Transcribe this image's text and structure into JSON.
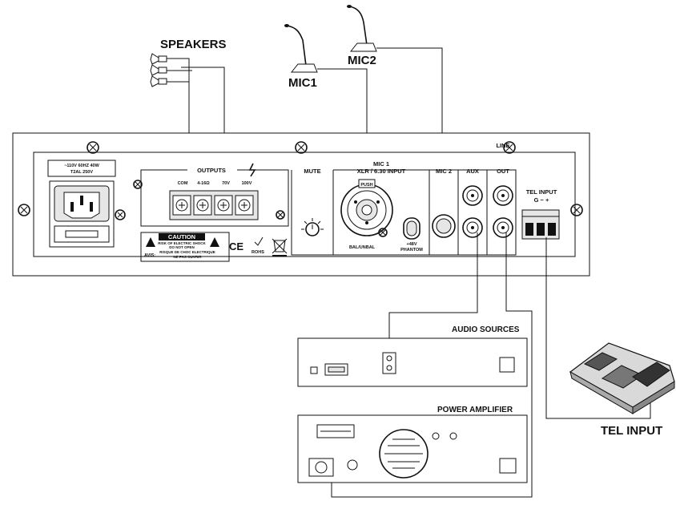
{
  "labels": {
    "speakers": "SPEAKERS",
    "mic1": "MIC1",
    "mic2": "MIC2",
    "audio_sources": "AUDIO SOURCES",
    "power_amplifier": "POWER  AMPLIFIER",
    "tel_input": "TEL INPUT"
  },
  "panel": {
    "power_rating_line1": "~110V  60HZ  40W",
    "power_rating_line2": "T2AL  250V",
    "outputs": "OUTPUTS",
    "outputs_terminals": [
      "COM",
      "4-16Ω",
      "70V",
      "100V"
    ],
    "mute": "MUTE",
    "mic1_title": "MIC 1",
    "mic1_sub": "XLR / 6.30 INPUT",
    "push": "PUSH",
    "bal_unbal": "BAL/UNBAL",
    "phantom_line1": "+48V",
    "phantom_line2": "PHANTOM",
    "mic2": "MIC 2",
    "aux": "AUX",
    "line_out_1": "LINE",
    "line_out_2": "OUT",
    "tel_input": "TEL INPUT",
    "tel_terminals": "G  −  +",
    "caution": "CAUTION",
    "caution_sub1": "RISK OF ELECTRIC SHOCK",
    "caution_sub2": "DO NOT OPEN",
    "avis": "AVIS:",
    "avis_sub1": "RISQUE DE CHOC ELECTRIQUE",
    "avis_sub2": "NE PAS OUVRIR",
    "ce": "CE",
    "rohs": "ROHS"
  },
  "icons": [
    "speaker-icon",
    "microphone-icon",
    "lightning-icon",
    "warning-icon",
    "weee-bin-icon",
    "telephone-icon"
  ]
}
